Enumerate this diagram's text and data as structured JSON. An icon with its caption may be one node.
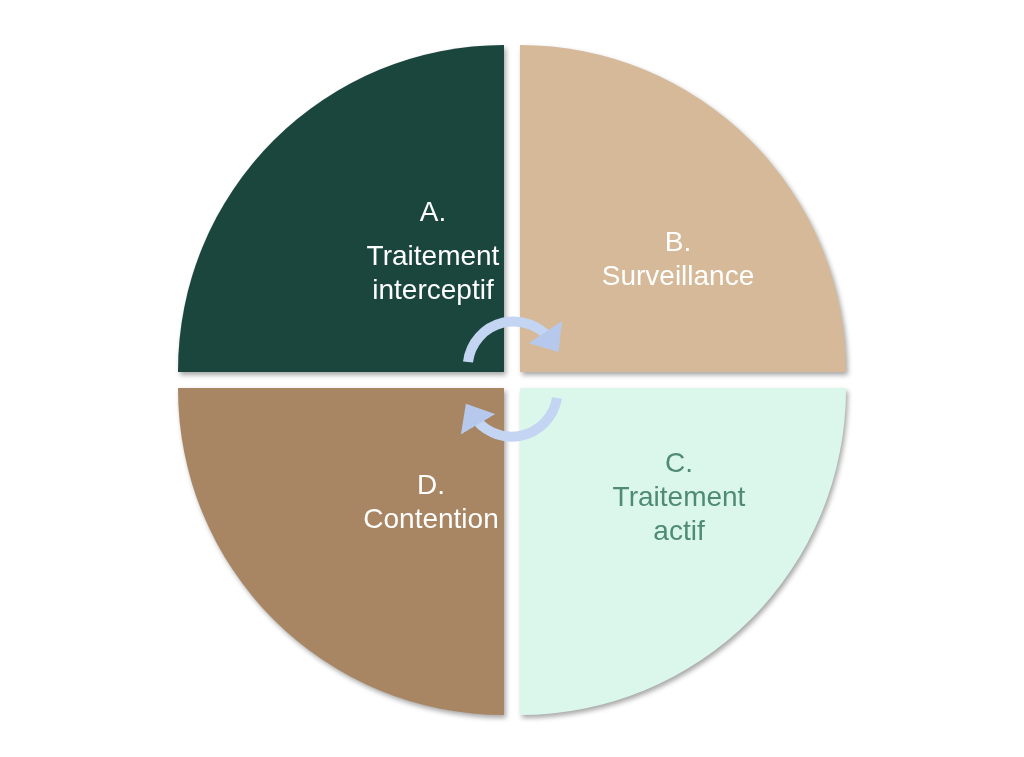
{
  "diagram": {
    "nodes": [
      {
        "text": [
          "A.",
          "Traitement interceptif"
        ]
      },
      {
        "text": [
          "B.",
          "Surveillance"
        ]
      },
      {
        "text": [
          "D.",
          "Contention"
        ]
      },
      {
        "text": [
          "C.",
          "Traitement actif"
        ]
      }
    ],
    "edges": [
      {
        "from": 0,
        "to": 1,
        "arrow": "to"
      },
      {
        "from": 3,
        "to": 2,
        "arrow": "to"
      }
    ]
  }
}
